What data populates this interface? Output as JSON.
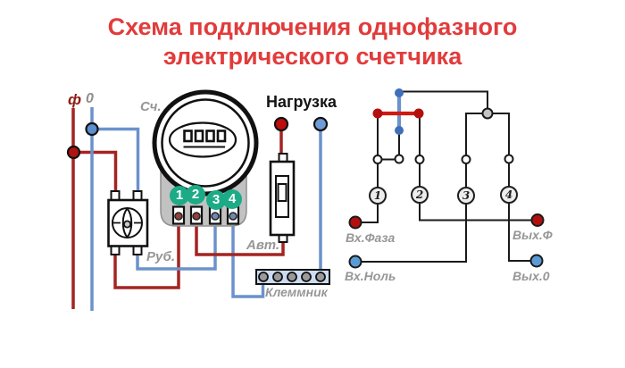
{
  "title": {
    "line1": "Схема подключения однофазного",
    "line2": "электрического счетчика"
  },
  "left_diagram": {
    "phase_feed_label": "ф",
    "neutral_feed_label": "0",
    "meter_label": "Сч.",
    "load_label": "Нагрузка",
    "switch_label": "Руб.",
    "breaker_label": "Авт.",
    "terminal_block_label": "Клеммник",
    "meter_terminals": [
      "1",
      "2",
      "3",
      "4"
    ]
  },
  "right_diagram": {
    "terminals": [
      "1",
      "2",
      "3",
      "4"
    ],
    "input_phase_label": "Вх.Фаза",
    "output_phase_label": "Вых.Ф",
    "input_neutral_label": "Вх.Ноль",
    "output_neutral_label": "Вых.0"
  },
  "colors": {
    "title_red": "#e23b3b",
    "phase_wire_red": "#a42421",
    "neutral_wire_blue": "#6b92cb",
    "jumper_red": "#cf1a10",
    "jumper_blue": "#6b92cb",
    "terminal_badge_green": "#1cab86",
    "label_gray": "#969696",
    "schematic_line": "#1a1a1a",
    "phase_dot": "#b20f0d",
    "neutral_dot": "#5b9bd5",
    "terminal_block_fill": "#cddcf2"
  }
}
